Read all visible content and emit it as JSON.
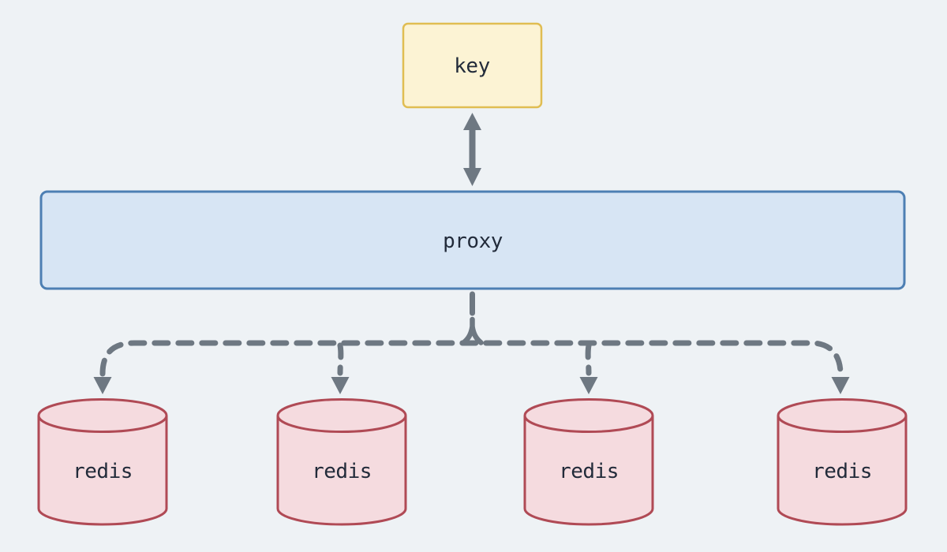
{
  "diagram": {
    "nodes": {
      "key": {
        "label": "key"
      },
      "proxy": {
        "label": "proxy"
      },
      "redis": {
        "labels": [
          "redis",
          "redis",
          "redis",
          "redis"
        ]
      }
    },
    "colors": {
      "background": "#EEF2F5",
      "key_fill": "#FCF3D4",
      "key_border": "#E0BD52",
      "proxy_fill": "#D7E5F4",
      "proxy_border": "#4D7FB3",
      "redis_fill": "#F5DBDF",
      "redis_border": "#B04A55",
      "connector": "#6E7882",
      "text": "#222B3A"
    }
  }
}
